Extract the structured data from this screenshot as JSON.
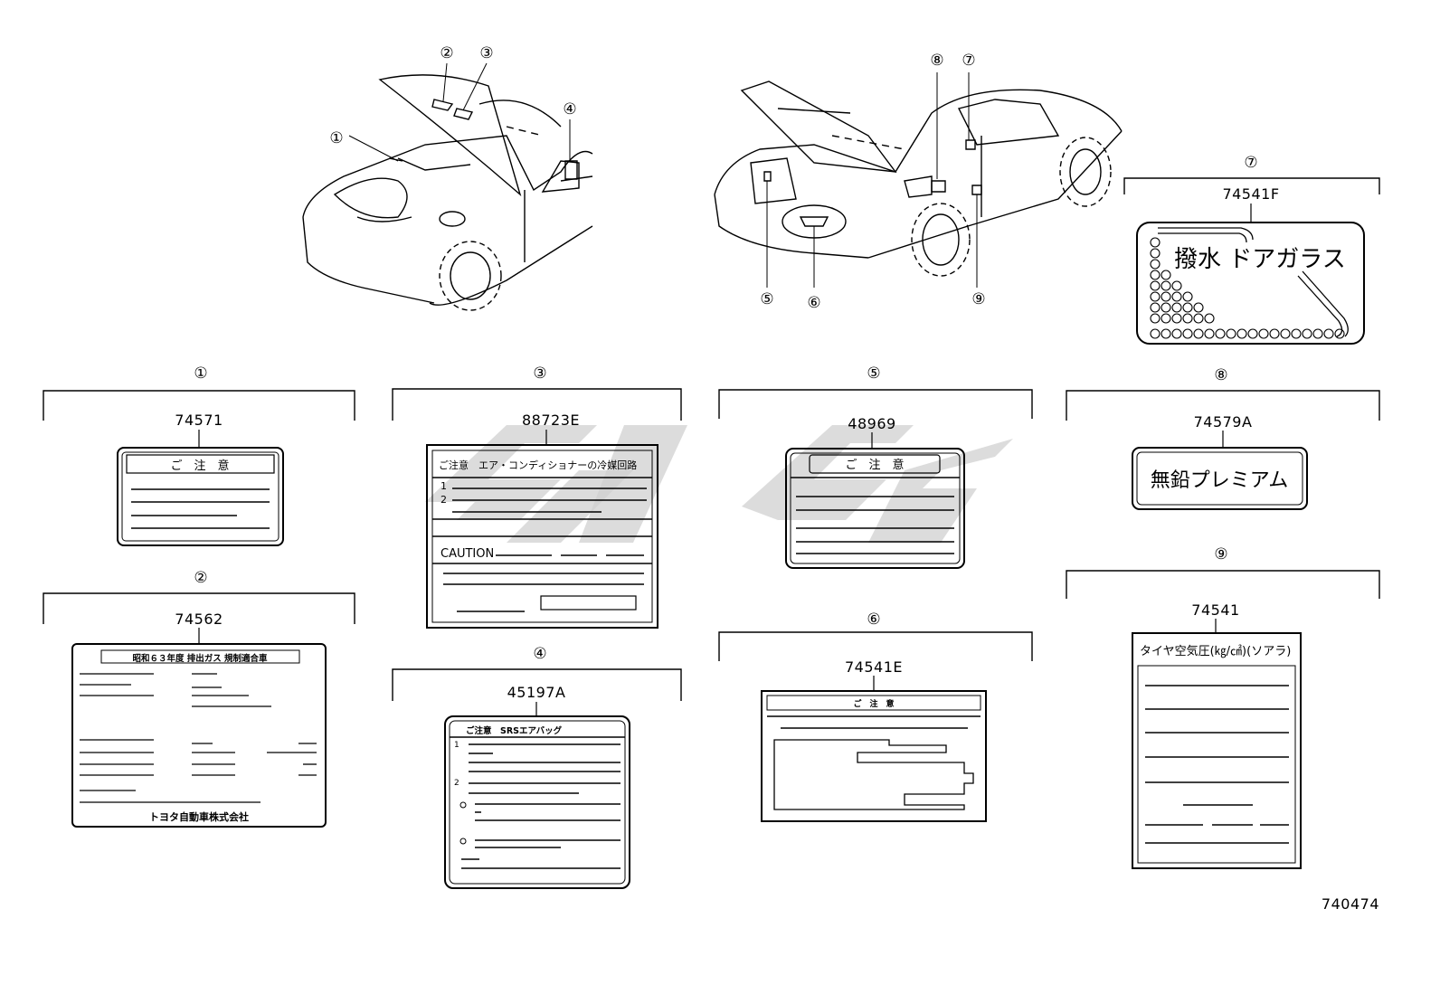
{
  "diagram_code": "740474",
  "callouts": [
    "①",
    "②",
    "③",
    "④",
    "⑤",
    "⑥",
    "⑦",
    "⑧",
    "⑨"
  ],
  "labels": [
    {
      "callout": "①",
      "part": "74571",
      "title": "ご　注　意"
    },
    {
      "callout": "②",
      "part": "74562",
      "title": "昭和６３年度 排出ガス 規制適合車",
      "footer": "トヨタ自動車株式会社"
    },
    {
      "callout": "③",
      "part": "88723E",
      "title": "ご注意　エア・コンディショナーの冷媒回路",
      "items": [
        "1",
        "2"
      ],
      "caution": "CAUTION"
    },
    {
      "callout": "④",
      "part": "45197A",
      "title": "ご注意　SRSエアバッグ",
      "items": [
        "1",
        "2"
      ]
    },
    {
      "callout": "⑤",
      "part": "48969",
      "title": "ご　注　意"
    },
    {
      "callout": "⑥",
      "part": "74541E",
      "title": "ご　注　意"
    },
    {
      "callout": "⑦",
      "part": "74541F",
      "title": "撥水 ドアガラス"
    },
    {
      "callout": "⑧",
      "part": "74579A",
      "title": "無鉛プレミアム"
    },
    {
      "callout": "⑨",
      "part": "74541",
      "title": "タイヤ空気圧(㎏/㎠)(ソアラ)"
    }
  ]
}
